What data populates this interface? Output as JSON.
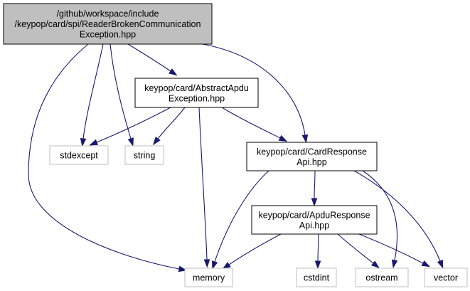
{
  "diagram": {
    "type": "include-dependency-graph",
    "nodes": [
      {
        "id": "root",
        "kind": "root",
        "lines": [
          "/github/workspace/include",
          "/keypop/card/spi/ReaderBrokenCommunication",
          "Exception.hpp"
        ]
      },
      {
        "id": "abstract_apdu",
        "kind": "local",
        "lines": [
          "keypop/card/AbstractApdu",
          "Exception.hpp"
        ]
      },
      {
        "id": "card_response",
        "kind": "local",
        "lines": [
          "keypop/card/CardResponse",
          "Api.hpp"
        ]
      },
      {
        "id": "apdu_response",
        "kind": "local",
        "lines": [
          "keypop/card/ApduResponse",
          "Api.hpp"
        ]
      },
      {
        "id": "stdexcept",
        "kind": "system",
        "lines": [
          "stdexcept"
        ]
      },
      {
        "id": "string",
        "kind": "system",
        "lines": [
          "string"
        ]
      },
      {
        "id": "memory",
        "kind": "system",
        "lines": [
          "memory"
        ]
      },
      {
        "id": "cstdint",
        "kind": "system",
        "lines": [
          "cstdint"
        ]
      },
      {
        "id": "ostream",
        "kind": "system",
        "lines": [
          "ostream"
        ]
      },
      {
        "id": "vector",
        "kind": "system",
        "lines": [
          "vector"
        ]
      }
    ],
    "edges": [
      {
        "from": "root",
        "to": "memory"
      },
      {
        "from": "root",
        "to": "stdexcept"
      },
      {
        "from": "root",
        "to": "string"
      },
      {
        "from": "root",
        "to": "abstract_apdu"
      },
      {
        "from": "root",
        "to": "card_response"
      },
      {
        "from": "abstract_apdu",
        "to": "stdexcept"
      },
      {
        "from": "abstract_apdu",
        "to": "string"
      },
      {
        "from": "abstract_apdu",
        "to": "memory"
      },
      {
        "from": "abstract_apdu",
        "to": "card_response"
      },
      {
        "from": "card_response",
        "to": "memory"
      },
      {
        "from": "card_response",
        "to": "apdu_response"
      },
      {
        "from": "card_response",
        "to": "ostream"
      },
      {
        "from": "card_response",
        "to": "vector"
      },
      {
        "from": "apdu_response",
        "to": "memory"
      },
      {
        "from": "apdu_response",
        "to": "cstdint"
      },
      {
        "from": "apdu_response",
        "to": "ostream"
      },
      {
        "from": "apdu_response",
        "to": "vector"
      }
    ],
    "colors": {
      "edge": "#191970",
      "root_fill": "#bfbfbf",
      "local_border": "#000000",
      "system_border": "#bfbfbf"
    }
  }
}
